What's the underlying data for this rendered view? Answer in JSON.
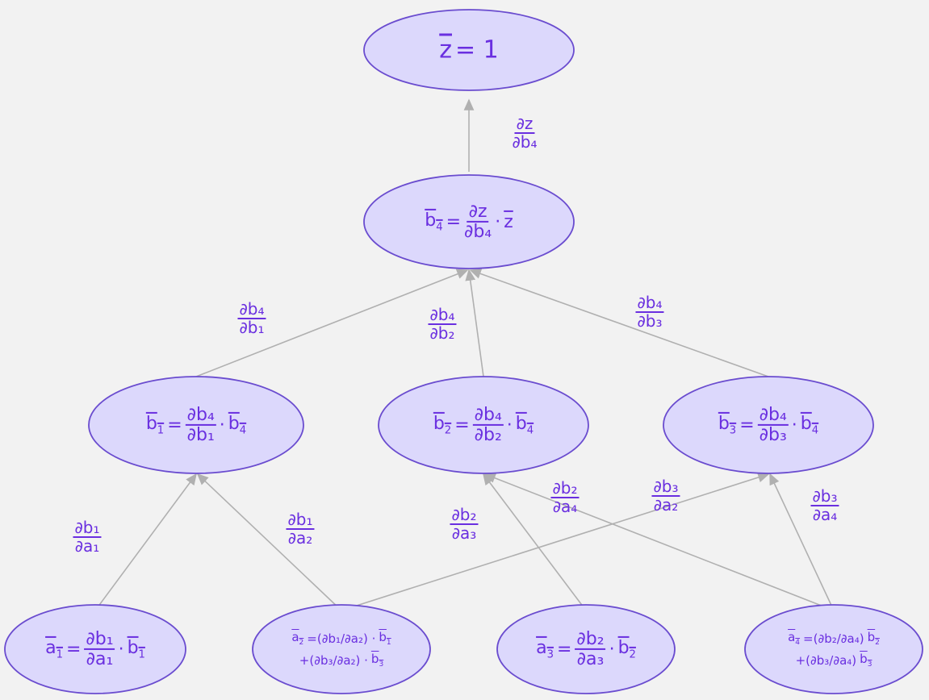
{
  "colors": {
    "background": "#f2f2f2",
    "node_fill": "#dcd8fc",
    "node_stroke": "#6a4ccf",
    "text": "#6a2fe0",
    "edge": "#b0b0b0"
  },
  "nodes": {
    "z": {
      "var": "z",
      "eq": "= 1"
    },
    "b4": {
      "var": "b",
      "sub": "4",
      "eq": "=",
      "num": "∂z",
      "den": "∂b₄",
      "dot": "·",
      "rhs": "z"
    },
    "b1": {
      "var": "b",
      "sub": "1",
      "eq": "=",
      "num": "∂b₄",
      "den": "∂b₁",
      "dot": "·",
      "rhs": "b",
      "rhs_sub": "4"
    },
    "b2": {
      "var": "b",
      "sub": "2",
      "eq": "=",
      "num": "∂b₄",
      "den": "∂b₂",
      "dot": "·",
      "rhs": "b",
      "rhs_sub": "4"
    },
    "b3": {
      "var": "b",
      "sub": "3",
      "eq": "=",
      "num": "∂b₄",
      "den": "∂b₃",
      "dot": "·",
      "rhs": "b",
      "rhs_sub": "4"
    },
    "a1": {
      "var": "a",
      "sub": "1",
      "eq": "=",
      "num": "∂b₁",
      "den": "∂a₁",
      "dot": "·",
      "rhs": "b",
      "rhs_sub": "1"
    },
    "a2": {
      "var": "a",
      "sub": "2",
      "line1": "=(∂b₁/∂a₂) ·",
      "rhs1": "b",
      "rhs1_sub": "1",
      "line2": "+(∂b₃/∂a₂) ·",
      "rhs2": "b",
      "rhs2_sub": "3"
    },
    "a3": {
      "var": "a",
      "sub": "3",
      "eq": "=",
      "num": "∂b₂",
      "den": "∂a₃",
      "dot": "·",
      "rhs": "b",
      "rhs_sub": "2"
    },
    "a4": {
      "var": "a",
      "sub": "4",
      "line1": "=(∂b₂/∂a₄)",
      "rhs1": "b",
      "rhs1_sub": "2",
      "line2": "+(∂b₃/∂a₄)",
      "rhs2": "b",
      "rhs2_sub": "3"
    }
  },
  "edge_labels": {
    "b4_z": {
      "num": "∂z",
      "den": "∂b₄"
    },
    "b1_b4": {
      "num": "∂b₄",
      "den": "∂b₁"
    },
    "b2_b4": {
      "num": "∂b₄",
      "den": "∂b₂"
    },
    "b3_b4": {
      "num": "∂b₄",
      "den": "∂b₃"
    },
    "a1_b1": {
      "num": "∂b₁",
      "den": "∂a₁"
    },
    "a2_b1": {
      "num": "∂b₁",
      "den": "∂a₂"
    },
    "a3_b2": {
      "num": "∂b₂",
      "den": "∂a₃"
    },
    "a4_b2": {
      "num": "∂b₂",
      "den": "∂a₄"
    },
    "a2_b3": {
      "num": "∂b₃",
      "den": "∂a₂"
    },
    "a4_b3": {
      "num": "∂b₃",
      "den": "∂a₄"
    }
  }
}
